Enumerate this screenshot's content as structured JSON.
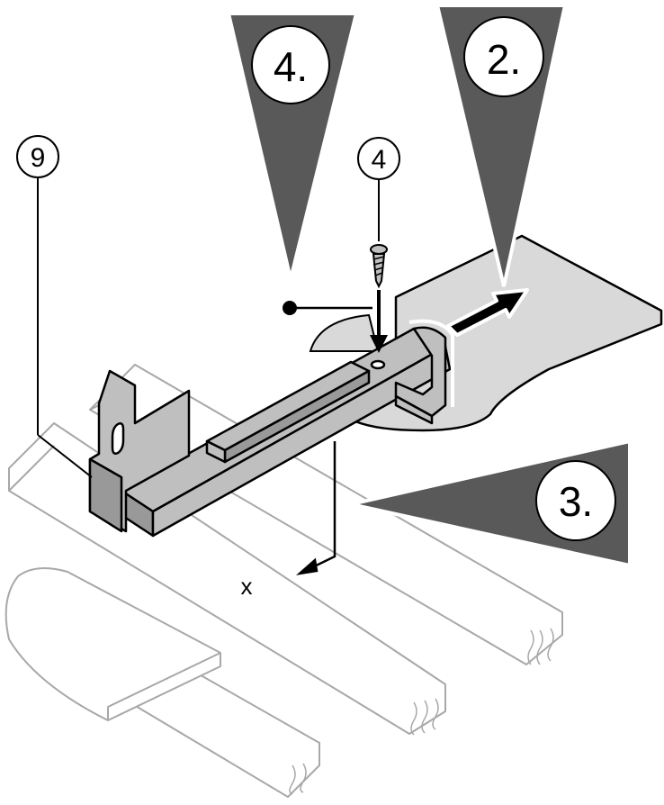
{
  "steps": [
    {
      "id": "step-2",
      "label": "2."
    },
    {
      "id": "step-3",
      "label": "3."
    },
    {
      "id": "step-4",
      "label": "4."
    }
  ],
  "callouts": [
    {
      "id": "part-9",
      "label": "9"
    },
    {
      "id": "part-4",
      "label": "4"
    }
  ],
  "marks": {
    "measure_x": "x"
  },
  "colors": {
    "pointer_fill": "#595959",
    "plate_fill": "#d9d9d9",
    "bracket_fill": "#bfbfbf",
    "outline": "#000000",
    "faint_lines": "#aaaaaa"
  }
}
